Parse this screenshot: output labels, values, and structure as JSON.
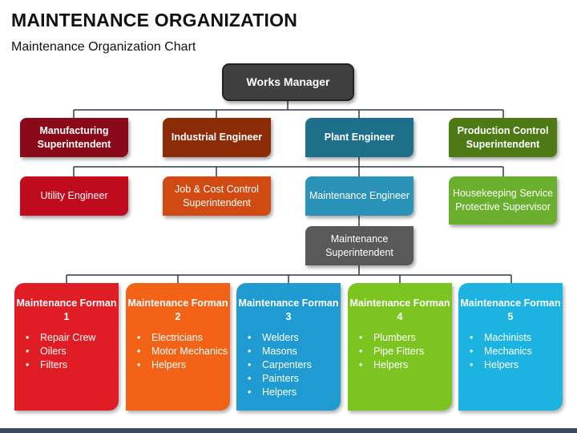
{
  "title": "MAINTENANCE ORGANIZATION",
  "subtitle": "Maintenance Organization Chart",
  "colors": {
    "works_manager": "#404040",
    "maroon": "#8b0a1a",
    "brown": "#8b2b08",
    "teal": "#1d6f8a",
    "green": "#4d7a14",
    "red": "#e01c24",
    "orange": "#f26317",
    "blue": "#1f9bd1",
    "lime": "#7cc520",
    "cyan": "#1cb3e0",
    "gray": "#595959"
  },
  "works_manager": "Works Manager",
  "level2": [
    "Manufacturing Superintendent",
    "Industrial Engineer",
    "Plant Engineer",
    "Production Control Superintendent"
  ],
  "level3": [
    "Utility Engineer",
    "Job & Cost Control Superintendent",
    "Maintenance Engineer",
    "Housekeeping Service Protective Supervisor"
  ],
  "superintendent": "Maintenance Superintendent",
  "bullet": "•",
  "formen": [
    {
      "title": "Maintenance Forman 1",
      "items": [
        "Repair Crew",
        "Oilers",
        "Filters"
      ]
    },
    {
      "title": "Maintenance Forman 2",
      "items": [
        "Electricians",
        "Motor Mechanics",
        "Helpers"
      ]
    },
    {
      "title": "Maintenance Forman 3",
      "items": [
        "Welders",
        "Masons",
        "Carpenters",
        "Painters",
        "Helpers"
      ]
    },
    {
      "title": "Maintenance Forman 4",
      "items": [
        "Plumbers",
        "Pipe Fitters",
        "Helpers"
      ]
    },
    {
      "title": "Maintenance Forman 5",
      "items": [
        "Machinists",
        "Mechanics",
        "Helpers"
      ]
    }
  ]
}
